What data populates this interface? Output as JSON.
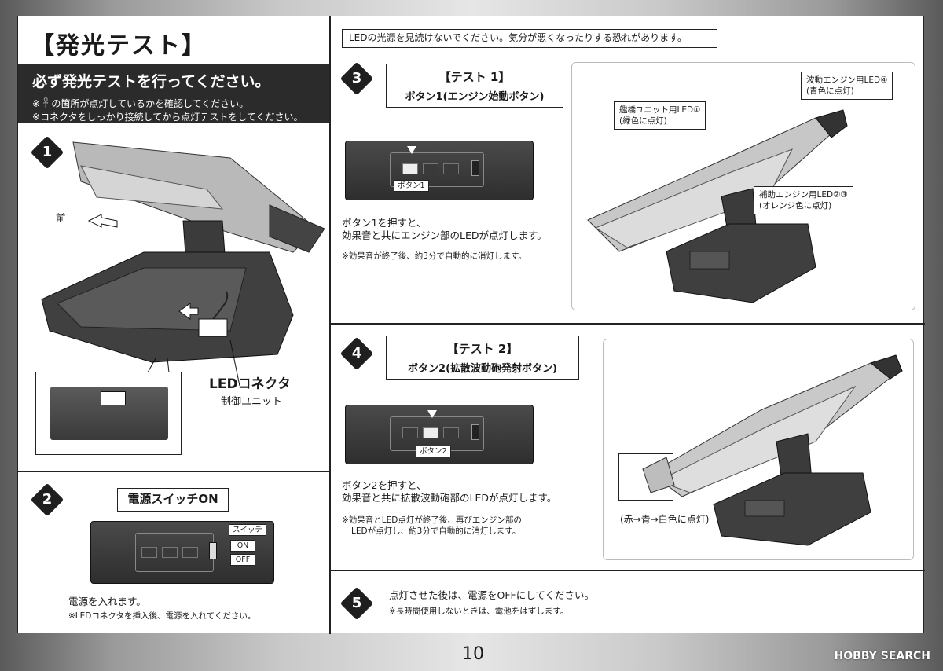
{
  "header": {
    "title": "【発光テスト】",
    "banner_main": "必ず発光テストを行ってください。",
    "banner_note1": "※ 𓋹 の箇所が点灯しているかを確認してください。",
    "banner_note2": "※コネクタをしっかり接続してから点灯テストをしてください。"
  },
  "warning": "LEDの光源を見続けないでください。気分が悪くなったりする恐れがあります。",
  "step1": {
    "num": "1",
    "front_label": "前",
    "connector_label": "LEDコネクタ",
    "unit_label": "制御ユニット"
  },
  "step2": {
    "num": "2",
    "heading": "電源スイッチON",
    "switch_tag": "スイッチ",
    "on_label": "ON",
    "off_label": "OFF",
    "text": "電源を入れます。",
    "note": "※LEDコネクタを挿入後、電源を入れてください。"
  },
  "step3": {
    "num": "3",
    "heading1": "【テスト 1】",
    "heading2": "ボタン1(エンジン始動ボタン)",
    "button_tag": "ボタン1",
    "text1": "ボタン1を押すと、",
    "text2": "効果音と共にエンジン部のLEDが点灯します。",
    "note": "※効果音が終了後、約3分で自動的に消灯します。",
    "callout_a1": "艦橋ユニット用LED①",
    "callout_a2": "(緑色に点灯)",
    "callout_b1": "波動エンジン用LED④",
    "callout_b2": "(青色に点灯)",
    "callout_c1": "補助エンジン用LED②③",
    "callout_c2": "(オレンジ色に点灯)"
  },
  "step4": {
    "num": "4",
    "heading1": "【テスト 2】",
    "heading2": "ボタン2(拡散波動砲発射ボタン)",
    "button_tag": "ボタン2",
    "text1": "ボタン2を押すと、",
    "text2": "効果音と共に拡散波動砲部のLEDが点灯します。",
    "note1": "※効果音とLED点灯が終了後、再びエンジン部の",
    "note2": "LEDが点灯し、約3分で自動的に消灯します。",
    "color_label": "(赤→青→白色に点灯)"
  },
  "step5": {
    "num": "5",
    "text": "点灯させた後は、電源をOFFにしてください。",
    "note": "※長時間使用しないときは、電池をはずします。"
  },
  "footer": {
    "page_number": "10",
    "logo": "HOBBY SEARCH"
  }
}
